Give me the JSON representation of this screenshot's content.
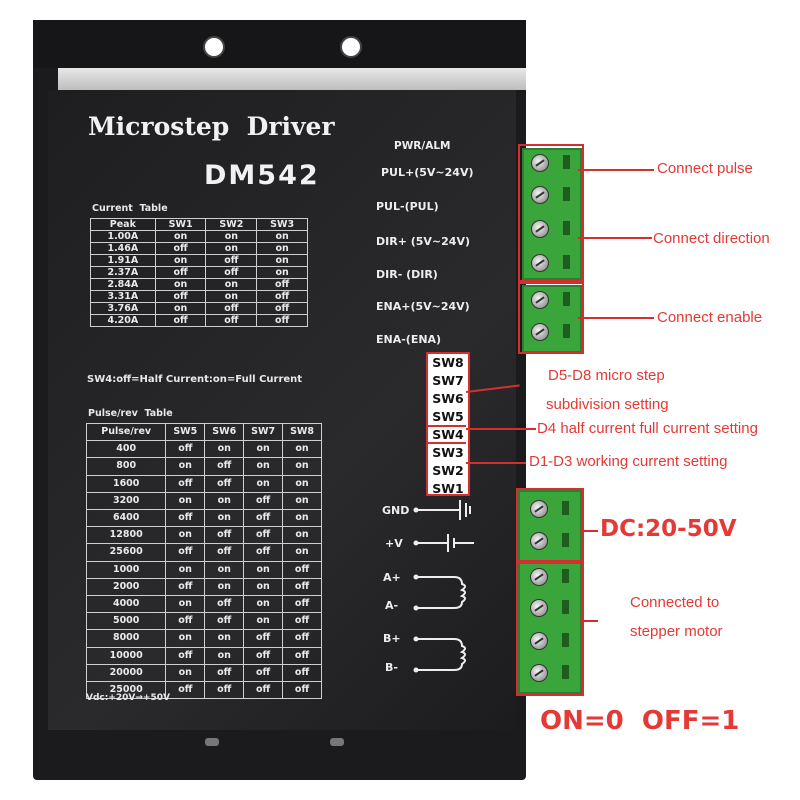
{
  "device": {
    "title": "Microstep  Driver",
    "model": "DM542",
    "current_table": {
      "caption": "Current  Table",
      "headers": [
        "Peak",
        "SW1",
        "SW2",
        "SW3"
      ],
      "rows": [
        [
          "1.00A",
          "on",
          "on",
          "on"
        ],
        [
          "1.46A",
          "off",
          "on",
          "on"
        ],
        [
          "1.91A",
          "on",
          "off",
          "on"
        ],
        [
          "2.37A",
          "off",
          "off",
          "on"
        ],
        [
          "2.84A",
          "on",
          "on",
          "off"
        ],
        [
          "3.31A",
          "off",
          "on",
          "off"
        ],
        [
          "3.76A",
          "on",
          "off",
          "off"
        ],
        [
          "4.20A",
          "off",
          "off",
          "off"
        ]
      ]
    },
    "sw4_note": "SW4:off=Half Current:on=Full Current",
    "pulse_table": {
      "caption": "Pulse/rev  Table",
      "headers": [
        "Pulse/rev",
        "SW5",
        "SW6",
        "SW7",
        "SW8"
      ],
      "rows": [
        [
          "400",
          "off",
          "on",
          "on",
          "on"
        ],
        [
          "800",
          "on",
          "off",
          "on",
          "on"
        ],
        [
          "1600",
          "off",
          "off",
          "on",
          "on"
        ],
        [
          "3200",
          "on",
          "on",
          "off",
          "on"
        ],
        [
          "6400",
          "off",
          "on",
          "off",
          "on"
        ],
        [
          "12800",
          "on",
          "off",
          "off",
          "on"
        ],
        [
          "25600",
          "off",
          "off",
          "off",
          "on"
        ],
        [
          "1000",
          "on",
          "on",
          "on",
          "off"
        ],
        [
          "2000",
          "off",
          "on",
          "on",
          "off"
        ],
        [
          "4000",
          "on",
          "off",
          "on",
          "off"
        ],
        [
          "5000",
          "off",
          "off",
          "on",
          "off"
        ],
        [
          "8000",
          "on",
          "on",
          "off",
          "off"
        ],
        [
          "10000",
          "off",
          "on",
          "off",
          "off"
        ],
        [
          "20000",
          "on",
          "off",
          "off",
          "off"
        ],
        [
          "25000",
          "off",
          "off",
          "off",
          "off"
        ]
      ]
    },
    "vdc_note": "Vdc:+20V→+50V",
    "pwr_alm": "PWR/ALM",
    "signal_labels": [
      "PUL+(5V~24V)",
      "PUL-(PUL)",
      "DIR+ (5V~24V)",
      "DIR- (DIR)",
      "ENA+(5V~24V)",
      "ENA-(ENA)"
    ],
    "power_labels": [
      "GND",
      "+V",
      "A+",
      "A-",
      "B+",
      "B-"
    ],
    "switches": [
      "SW8",
      "SW7",
      "SW6",
      "SW5",
      "SW4",
      "SW3",
      "SW2",
      "SW1"
    ]
  },
  "callouts": {
    "pulse": "Connect pulse",
    "direction": "Connect direction",
    "enable": "Connect enable",
    "microstep_line1": "D5-D8 micro step",
    "microstep_line2": "subdivision setting",
    "half_current": "D4 half current full current setting",
    "working_current": "D1-D3 working current setting",
    "dc": "DC:20-50V",
    "motor_line1": "Connected to",
    "motor_line2": "stepper motor",
    "on_off": "ON=0  OFF=1"
  },
  "colors": {
    "accent_red": "#d32f2f",
    "terminal_green": "#3aa53a",
    "device_black": "#1b1b1d"
  }
}
